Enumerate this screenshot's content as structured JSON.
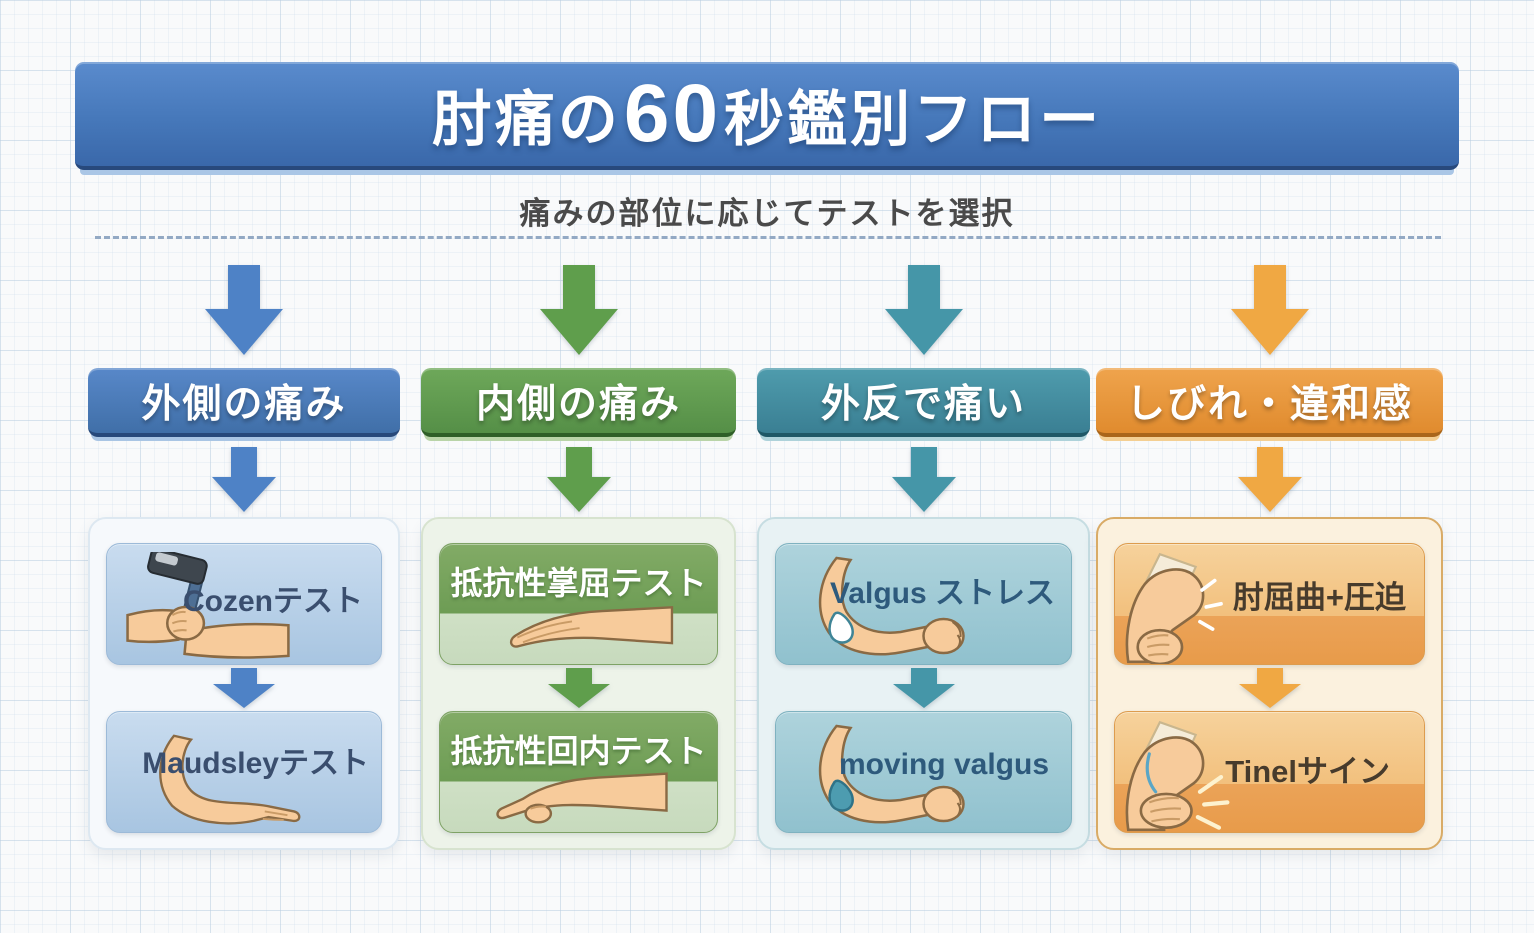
{
  "title": {
    "prefix": "肘痛の",
    "number": "60",
    "suffix": "秒鑑別フロー",
    "full": "肘痛の60秒鑑別フロー"
  },
  "subtitle": "痛みの部位に応じてテストを選択",
  "colors": {
    "title_bar": "#4678ba",
    "lateral_accent": "#4e82c6",
    "medial_accent": "#5f9e4c",
    "valgus_accent": "#4596a8",
    "numbness_accent": "#f0a843",
    "subtitle_text": "#4a4a4a"
  },
  "columns": [
    {
      "id": "lateral",
      "header": "外側の痛み",
      "accent": "#4e82c6",
      "tests": [
        {
          "label": "Cozenテスト",
          "icon": "hammer-tap-forearm-illustration"
        },
        {
          "label": "Maudsleyテスト",
          "icon": "extended-pointing-arm-illustration"
        }
      ]
    },
    {
      "id": "medial",
      "header": "内側の痛み",
      "accent": "#5f9e4c",
      "tests": [
        {
          "label": "抵抗性掌屈テスト",
          "icon": "flat-palm-arm-illustration"
        },
        {
          "label": "抵抗性回内テスト",
          "icon": "pronated-pointing-arm-illustration"
        }
      ]
    },
    {
      "id": "valgus",
      "header": "外反で痛い",
      "accent": "#4596a8",
      "tests": [
        {
          "label": "Valgus ストレス",
          "icon": "bent-elbow-white-highlight-illustration"
        },
        {
          "label": "moving valgus",
          "icon": "bent-elbow-teal-highlight-illustration"
        }
      ]
    },
    {
      "id": "numbness",
      "header": "しびれ・違和感",
      "accent": "#f0a843",
      "tests": [
        {
          "label": "肘屈曲+圧迫",
          "icon": "flexed-elbow-compression-illustration"
        },
        {
          "label": "Tinelサイン",
          "icon": "tinel-tap-elbow-illustration"
        }
      ]
    }
  ]
}
